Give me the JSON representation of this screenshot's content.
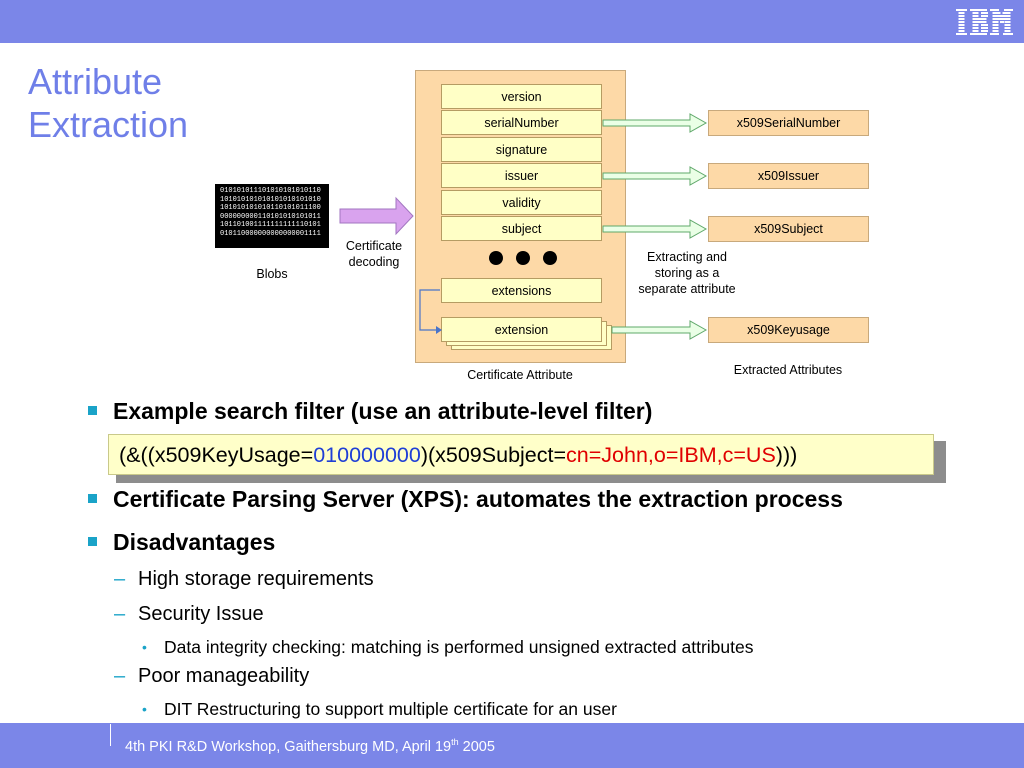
{
  "header": {
    "logo_text": "IBM"
  },
  "title": {
    "line1": "Attribute",
    "line2": "Extraction"
  },
  "diagram": {
    "blob_lines": [
      "010101011101010101010110",
      "101010101010101010101010",
      "101010101010110101011100",
      "000000000110101010101011",
      "101101001111111111110101",
      "010110000000000000001111"
    ],
    "blobs_label": "Blobs",
    "decoding_label_1": "Certificate",
    "decoding_label_2": "decoding",
    "fields": [
      "version",
      "serialNumber",
      "signature",
      "issuer",
      "validity",
      "subject"
    ],
    "extensions_label": "extensions",
    "extension_label": "extension",
    "certificate_caption": "Certificate Attribute",
    "outputs": [
      "x509SerialNumber",
      "x509Issuer",
      "x509Subject",
      "x509Keyusage"
    ],
    "extracting_note": [
      "Extracting and",
      "storing as a",
      "separate attribute"
    ],
    "extracted_caption": "Extracted Attributes"
  },
  "bullets": {
    "example_filter": "Example search filter (use an attribute-level filter)",
    "filter": {
      "part1": "(&((x509KeyUsage=",
      "value1": "010000000",
      "part2": ")(x509Subject=",
      "value2": "cn=John,o=IBM,c=US",
      "part3": ")))"
    },
    "xps": "Certificate Parsing Server (XPS): automates the extraction  process",
    "disadvantages": "Disadvantages",
    "high_storage": "High storage requirements",
    "security_issue": "Security Issue",
    "data_integrity": "Data integrity checking: matching is performed unsigned extracted attributes",
    "poor_manageability": "Poor manageability",
    "dit_restructuring": "DIT Restructuring to support multiple certificate for an user"
  },
  "footer": {
    "text_before": "4th PKI R&D Workshop, Gaithersburg MD, April 19",
    "sup": "th",
    "text_after": " 2005"
  },
  "colors": {
    "bar": "#7b86e8",
    "title": "#6f7fe8",
    "bullet": "#1aa3c8",
    "panel": "#fdd9a7",
    "field": "#ffffc6",
    "filter_blue": "#1f3fd6",
    "filter_red": "#e00000",
    "decoding_arrow": "#d9a3ee"
  }
}
